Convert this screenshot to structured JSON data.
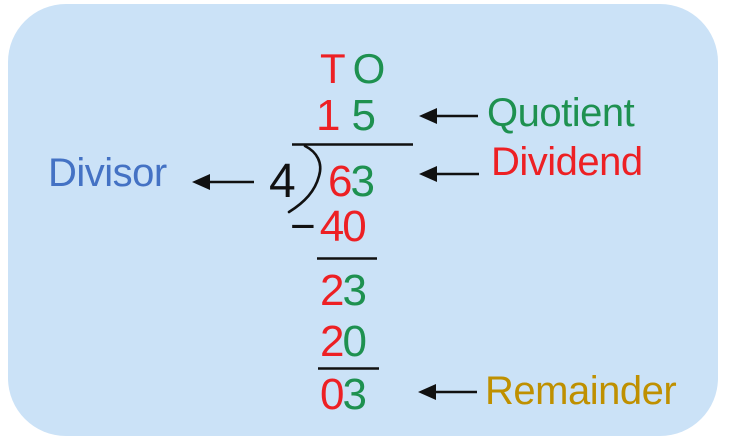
{
  "colors": {
    "panel_background": "#cbe2f7",
    "page_background": "#ffffff",
    "red": "#ed2024",
    "green": "#1e9150",
    "blue": "#4472c4",
    "gold": "#bf9000",
    "ink": "#111111"
  },
  "labels": {
    "divisor": "Divisor",
    "quotient": "Quotient",
    "dividend": "Dividend",
    "remainder": "Remainder"
  },
  "work": {
    "place_tens": "T",
    "place_ones": "O",
    "quotient_tens": "1",
    "quotient_ones": "5",
    "divisor": "4",
    "dividend_tens": "6",
    "dividend_ones": "3",
    "minus_sign": "−",
    "subtracted_tens": "4",
    "subtracted_ones": "0",
    "difference_tens": "2",
    "difference_ones": "3",
    "second_product_tens": "2",
    "second_product_ones": "0",
    "remainder_tens": "0",
    "remainder_ones": "3"
  }
}
